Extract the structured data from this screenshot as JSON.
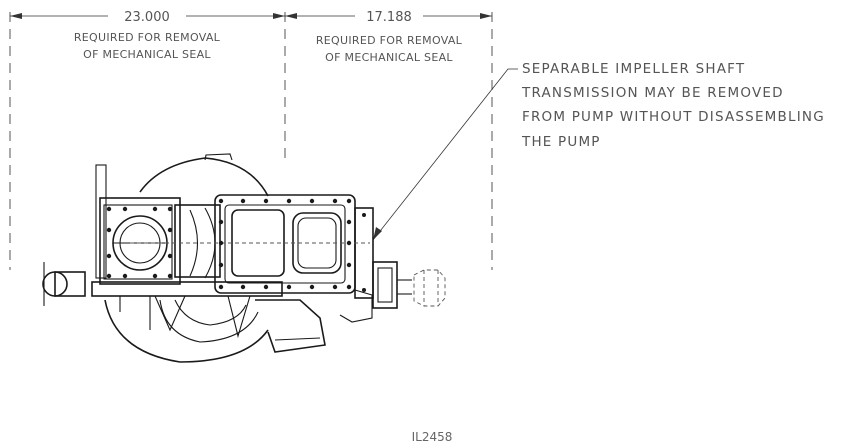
{
  "dimensions": {
    "left": {
      "value": "23.000",
      "note_line1": "REQUIRED FOR REMOVAL",
      "note_line2": "OF MECHANICAL SEAL"
    },
    "right": {
      "value": "17.188",
      "note_line1": "REQUIRED FOR REMOVAL",
      "note_line2": "OF MECHANICAL SEAL"
    }
  },
  "callout": {
    "line1": "SEPARABLE IMPELLER SHAFT",
    "line2": "TRANSMISSION MAY BE REMOVED",
    "line3": "FROM PUMP WITHOUT DISASSEMBLING",
    "line4": "THE PUMP"
  },
  "figure_id": "IL2458"
}
